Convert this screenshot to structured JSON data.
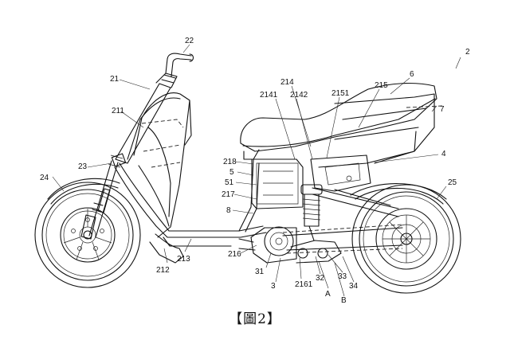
{
  "caption": "【圖2】",
  "labels": {
    "l2": "2",
    "l22": "22",
    "l21": "21",
    "l211": "211",
    "l23": "23",
    "l24": "24",
    "l212": "212",
    "l213": "213",
    "l214": "214",
    "l2141": "2141",
    "l2142": "2142",
    "l2151": "2151",
    "l215": "215",
    "l6": "6",
    "l7": "7",
    "l4": "4",
    "l218": "218",
    "l5": "5",
    "l51": "51",
    "l217": "217",
    "l8": "8",
    "l25": "25",
    "l216": "216",
    "l31": "31",
    "l3": "3",
    "l2161": "2161",
    "l32": "32",
    "l33": "33",
    "l34": "34",
    "lA": "A",
    "lB": "B"
  }
}
